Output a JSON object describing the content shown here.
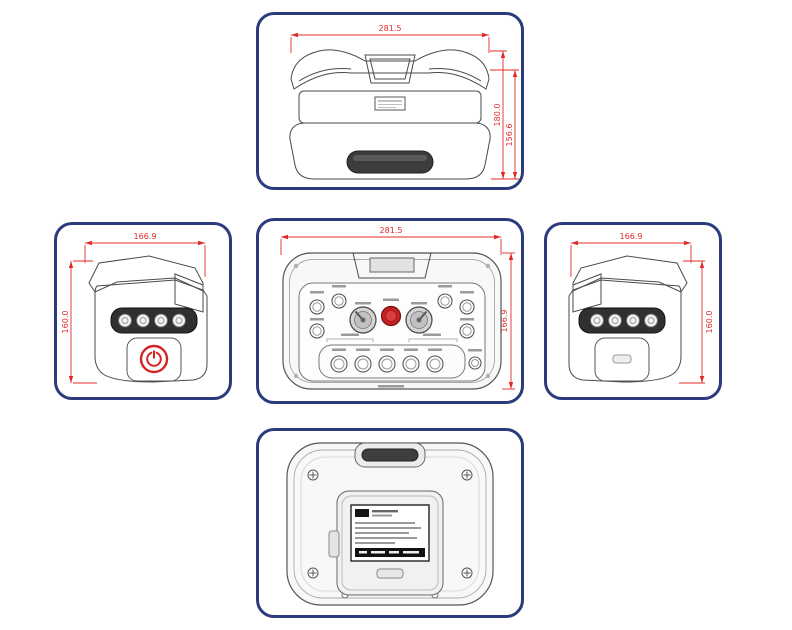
{
  "colors": {
    "panel_border": "#2b3b7c",
    "dimension_red": "#e02a2a",
    "drawing_line": "#4a4a4a",
    "estop_red": "#c62222",
    "power_red": "#d42525"
  },
  "views": {
    "top": {
      "dim_width": "281.5",
      "dim_height": "180.0",
      "dim_height_inner": "156.6"
    },
    "front": {
      "dim_width": "281.5",
      "dim_height": "166.9"
    },
    "left": {
      "dim_width": "166.9",
      "dim_height": "160.0"
    },
    "right": {
      "dim_width": "166.9",
      "dim_height": "160.0"
    }
  }
}
